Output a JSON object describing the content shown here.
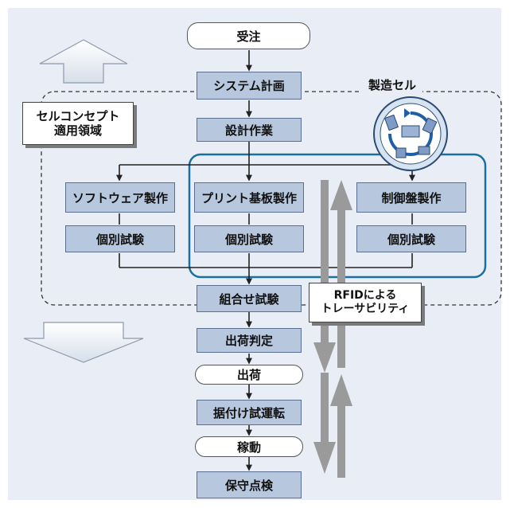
{
  "nodes": {
    "order": "受注",
    "system_plan": "システム計画",
    "design": "設計作業",
    "software": "ソフトウェア製作",
    "pcb": "プリント基板製作",
    "panel": "制御盤製作",
    "unit_test_sw": "個別試験",
    "unit_test_pcb": "個別試験",
    "unit_test_panel": "個別試験",
    "integration_test": "組合せ試験",
    "shipping_judgement": "出荷判定",
    "shipping": "出荷",
    "installation": "据付け試運転",
    "operation": "稼動",
    "maintenance": "保守点検"
  },
  "labels": {
    "cell_concept_line1": "セルコンセプト",
    "cell_concept_line2": "適用領域",
    "manufacturing_cell": "製造セル",
    "rfid_line1": "RFIDによる",
    "rfid_line2": "トレーサビリティ"
  },
  "colors": {
    "background": "#e9eef6",
    "step_fill": "#b7c7de",
    "cell_outline": "#1b6f9e",
    "arrow_gray": "#9a9a9a"
  }
}
